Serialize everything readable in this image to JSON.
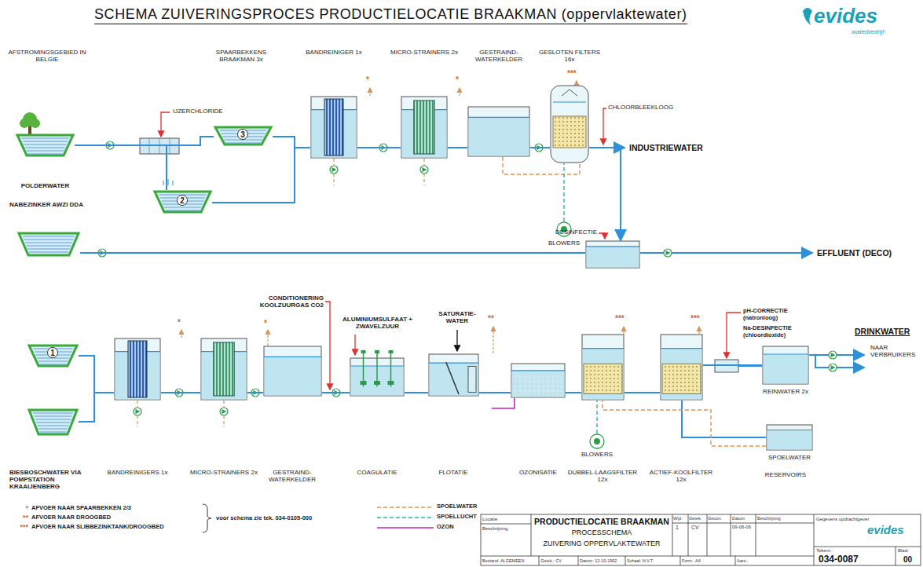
{
  "diagram": {
    "title": "SCHEMA ZUIVERINGSPROCES PRODUCTIELOCATIE BRAAKMAN (oppervlaktewater)",
    "nodes": [
      {
        "text": [
          "AFSTROMINGSGEBIED IN BELGIE",
          "POLDERWATER"
        ]
      },
      {
        "text": [
          "SPAARBEKKENS BRAAKMAN 3x",
          "3"
        ]
      },
      {
        "text": [
          "2"
        ]
      },
      {
        "text": [
          "BANDREINIGER 1x"
        ]
      },
      {
        "text": [
          "MICRO-STRAINERS 2x"
        ]
      },
      {
        "text": [
          "GESTRAIND-WATERKELDER"
        ]
      },
      {
        "text": [
          "GESLOTEN FILTERS 16x"
        ]
      },
      {
        "text": [
          "BLOWERS"
        ]
      },
      {
        "text": [
          "NABEZINKER AWZI DDA"
        ]
      },
      {
        "text": [
          "DESINFECTIE"
        ]
      },
      {
        "text": [
          "1"
        ]
      },
      {
        "text": [
          "BIESBOSCHWATER VIA POMPSTATION KRAAIJENBERG"
        ]
      },
      {
        "text": [
          "BANDREINIGERS 1x"
        ]
      },
      {
        "text": [
          "MICRO-STRAINERS 2x"
        ]
      },
      {
        "text": [
          "GESTRAIND-WATERKELDER"
        ]
      },
      {
        "text": [
          "ALUMINIUMSULFAAT + ZWAVELZUUR",
          "COAGULATIE"
        ]
      },
      {
        "text": [
          "SATURATIE-WATER",
          "FLOTATIE"
        ]
      },
      {
        "text": [
          "OZONISATIE"
        ]
      },
      {
        "text": [
          "DUBBEL-LAAGSFILTER 12x"
        ]
      },
      {
        "text": [
          "ACTIEF-KOOLFILTER 12x"
        ]
      },
      {
        "text": [
          "REINWATER 2x"
        ]
      },
      {
        "text": [
          "SPOELWATER"
        ]
      },
      {
        "text": [
          "BLOWERS"
        ]
      }
    ],
    "edges": [
      {
        "from": 0,
        "to": 1,
        "arrow": "none"
      },
      {
        "from": 0,
        "to": 2,
        "arrow": "none"
      },
      {
        "from": 1,
        "to": 3,
        "arrow": "none"
      },
      {
        "from": 2,
        "to": 3,
        "arrow": "none"
      },
      {
        "from": 3,
        "to": 4,
        "arrow": "none"
      },
      {
        "from": 4,
        "to": 5,
        "arrow": "none"
      },
      {
        "from": 5,
        "to": 6,
        "arrow": "none"
      },
      {
        "from": 5,
        "to": 6,
        "arrow": "none"
      },
      {
        "from": 7,
        "to": 6,
        "arrow": "none"
      },
      {
        "from": 6,
        "to": 9,
        "arrow": "to"
      },
      {
        "from": 8,
        "to": 9,
        "arrow": "none"
      },
      {
        "from": 10,
        "to": 12,
        "arrow": "none"
      },
      {
        "from": 11,
        "to": 12,
        "arrow": "none"
      },
      {
        "from": 12,
        "to": 13,
        "arrow": "none"
      },
      {
        "from": 13,
        "to": 14,
        "arrow": "none"
      },
      {
        "from": 14,
        "to": 15,
        "arrow": "none"
      },
      {
        "from": 15,
        "to": 16,
        "arrow": "none"
      },
      {
        "from": 16,
        "to": 17,
        "arrow": "none"
      },
      {
        "from": 17,
        "to": 18,
        "arrow": "none"
      },
      {
        "from": 18,
        "to": 19,
        "arrow": "none"
      },
      {
        "from": 19,
        "to": 20,
        "arrow": "none"
      },
      {
        "from": 19,
        "to": 21,
        "arrow": "none"
      },
      {
        "from": 21,
        "to": 18,
        "arrow": "none"
      },
      {
        "from": 22,
        "to": 18,
        "arrow": "none"
      }
    ],
    "labels": [
      "evides",
      "waterbedrijf",
      "IJZERCHLORIDE",
      "CHLOORBLEEKLOOG",
      "INDUSTRIEWATER",
      "EFFLUENT (DECO)",
      "CONDITIONERING KOOLZUURGAS CO2",
      "pH-CORRECTIE (natronloog)",
      "Na-DESINFECTIE (chloordioxide)",
      "DRINKWATER",
      "NAAR VERBRUIKERS",
      "RESERVOIRS",
      "*",
      "*",
      "***",
      "*",
      "*",
      "**",
      "***",
      "***",
      "*",
      "**",
      "***",
      "voor schema zie tek. 034-0105-000",
      "Locatie",
      "Beschrijving",
      "PRODUCTIELOCATIE BRAAKMAN",
      "PROCESSCHEMA",
      "ZUIVERING OPPERVLAKTEWATER",
      "Wijz.",
      "Getek.",
      "Gecon.",
      "Datum",
      "Beschrijving",
      "1",
      "CV",
      "09-06-06",
      "Gegevens opdrachtgever",
      "evides",
      "Tekenr.:",
      "034-0087",
      "Blad:",
      "00",
      "Bestand: ALGEMEEN",
      "Getek.: CV",
      "Datum: 12-10-1992",
      "Schaal: N.V.T.",
      "Form.: A4",
      "Aant.:"
    ],
    "legend": [
      {
        "text": "AFVOER NAAR SPAARBEKKEN 2/3"
      },
      {
        "text": "AFVOER NAAR DROOGBED"
      },
      {
        "text": "AFVOER NAAR SLIBBEZINKTANK/DROOGBED"
      },
      {
        "text": "SPOELWATER"
      },
      {
        "text": "SPOELLUCHT"
      },
      {
        "text": "OZON"
      }
    ]
  }
}
